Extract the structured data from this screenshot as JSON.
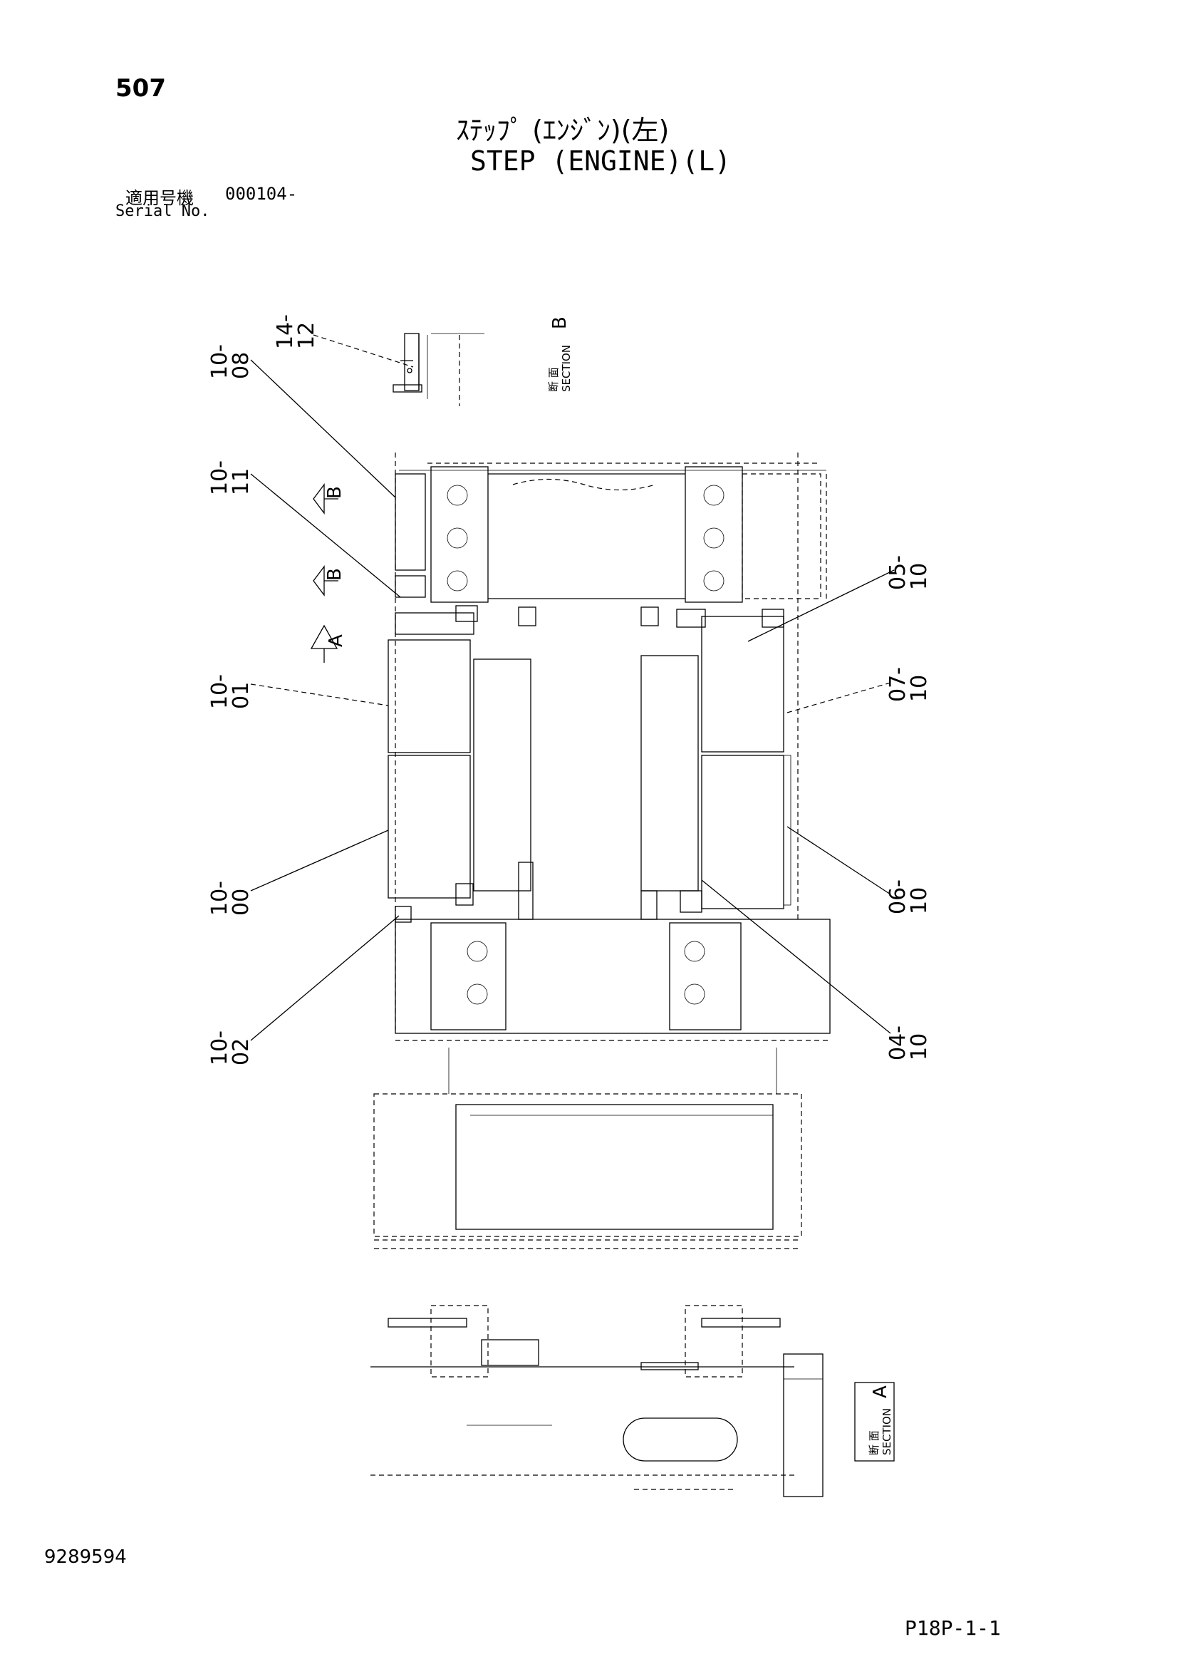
{
  "page_number": "507",
  "title": {
    "japanese": "ｽﾃｯﾌﾟ (ｴﾝｼﾞﾝ)(左)",
    "english": "STEP (ENGINE)(L)"
  },
  "serial": {
    "label_jp": "適用号機",
    "value": "000104-",
    "label_en": "Serial No."
  },
  "callouts": [
    {
      "id": "10-08",
      "top": "10-",
      "bottom": "08"
    },
    {
      "id": "14-12",
      "top": "14-",
      "bottom": "12"
    },
    {
      "id": "10-11",
      "top": "10-",
      "bottom": "11"
    },
    {
      "id": "10-01",
      "top": "10-",
      "bottom": "01"
    },
    {
      "id": "10-00",
      "top": "10-",
      "bottom": "00"
    },
    {
      "id": "10-02",
      "top": "10-",
      "bottom": "02"
    },
    {
      "id": "05-10",
      "top": "05-",
      "bottom": "10"
    },
    {
      "id": "07-10",
      "top": "07-",
      "bottom": "10"
    },
    {
      "id": "06-10",
      "top": "06-",
      "bottom": "10"
    },
    {
      "id": "04-10",
      "top": "04-",
      "bottom": "10"
    }
  ],
  "view_markers": [
    {
      "id": "B-upper",
      "letter": "B"
    },
    {
      "id": "B-lower",
      "letter": "B"
    },
    {
      "id": "A",
      "letter": "A"
    }
  ],
  "sections": [
    {
      "id": "section-b",
      "jp": "断 面",
      "en": "SECTION",
      "letter": "B"
    },
    {
      "id": "section-a",
      "jp": "断 面",
      "en": "SECTION",
      "letter": "A"
    }
  ],
  "doc_number": "9289594",
  "page_code": "P18P-1-1"
}
